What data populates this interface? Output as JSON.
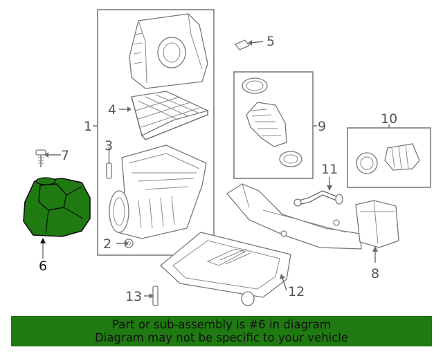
{
  "callouts": {
    "c1": "1",
    "c2": "2",
    "c3": "3",
    "c4": "4",
    "c5": "5",
    "c6": "6",
    "c7": "7",
    "c8": "8",
    "c9": "9",
    "c10": "10",
    "c11": "11",
    "c12": "12",
    "c13": "13"
  },
  "highlight_color": "#1f7a12",
  "banner": {
    "line1": "Part or sub-assembly is #6 in diagram",
    "line2": "Diagram may not be specific to your vehicle"
  }
}
